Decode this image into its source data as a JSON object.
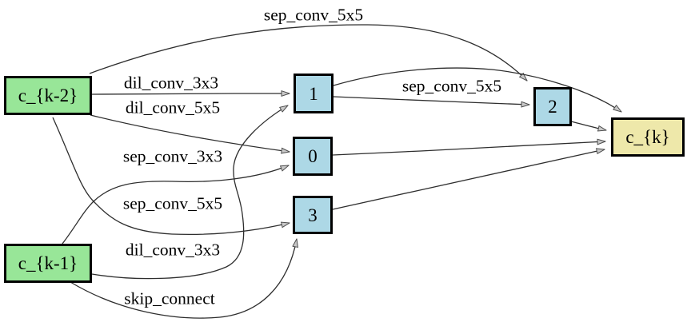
{
  "diagram": {
    "title": "architecture-cell-graph",
    "colors": {
      "input_node_fill": "#98e698",
      "intermediate_node_fill": "#add8e6",
      "output_node_fill": "#eee8aa",
      "node_border": "#000000",
      "edge_stroke": "#2e2e2e",
      "arrowhead_fill": "#c8c8c8",
      "arrowhead_stroke": "#4d4d4d",
      "background": "#ffffff"
    },
    "nodes": [
      {
        "id": "c_k-2",
        "label": "c_{k-2}",
        "role": "input",
        "fill": "#98e698"
      },
      {
        "id": "c_k-1",
        "label": "c_{k-1}",
        "role": "input",
        "fill": "#98e698"
      },
      {
        "id": "0",
        "label": "0",
        "role": "intermediate",
        "fill": "#add8e6"
      },
      {
        "id": "1",
        "label": "1",
        "role": "intermediate",
        "fill": "#add8e6"
      },
      {
        "id": "2",
        "label": "2",
        "role": "intermediate",
        "fill": "#add8e6"
      },
      {
        "id": "3",
        "label": "3",
        "role": "intermediate",
        "fill": "#add8e6"
      },
      {
        "id": "c_k",
        "label": "c_{k}",
        "role": "output",
        "fill": "#eee8aa"
      }
    ],
    "edges": [
      {
        "from": "c_{k-2}",
        "to": "1",
        "label": "dil_conv_3x3"
      },
      {
        "from": "c_{k-2}",
        "to": "0",
        "label": "dil_conv_5x5"
      },
      {
        "from": "c_{k-2}",
        "to": "2",
        "label": "sep_conv_5x5"
      },
      {
        "from": "c_{k-2}",
        "to": "3",
        "label": "dil_conv_3x3"
      },
      {
        "from": "c_{k-1}",
        "to": "0",
        "label": "sep_conv_3x3"
      },
      {
        "from": "c_{k-1}",
        "to": "1",
        "label": "sep_conv_5x5"
      },
      {
        "from": "c_{k-1}",
        "to": "3",
        "label": "skip_connect"
      },
      {
        "from": "1",
        "to": "2",
        "label": "sep_conv_5x5"
      },
      {
        "from": "0",
        "to": "c_{k}",
        "label": ""
      },
      {
        "from": "1",
        "to": "c_{k}",
        "label": ""
      },
      {
        "from": "2",
        "to": "c_{k}",
        "label": ""
      },
      {
        "from": "3",
        "to": "c_{k}",
        "label": ""
      }
    ]
  }
}
